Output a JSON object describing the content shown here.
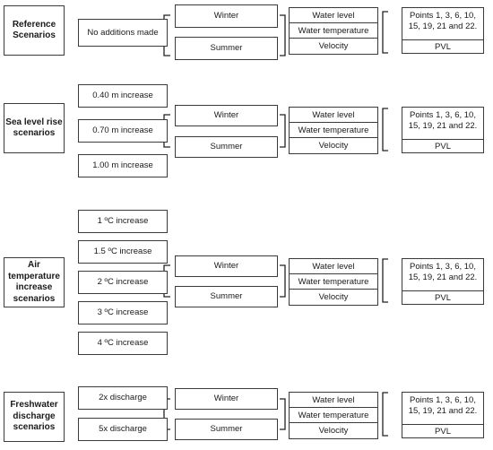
{
  "groups": [
    {
      "category": "Reference Scenarios",
      "scenarios": [
        "No additions made"
      ],
      "seasons": [
        "Winter",
        "Summer"
      ],
      "variables": [
        "Water level",
        "Water temperature",
        "Velocity"
      ],
      "points": "Points 1, 3, 6, 10, 15, 19, 21 and 22.",
      "pvl": "PVL"
    },
    {
      "category": "Sea level rise scenarios",
      "scenarios": [
        "0.40 m increase",
        "0.70 m increase",
        "1.00 m increase"
      ],
      "seasons": [
        "Winter",
        "Summer"
      ],
      "variables": [
        "Water level",
        "Water temperature",
        "Velocity"
      ],
      "points": "Points 1, 3, 6, 10, 15, 19, 21 and 22.",
      "pvl": "PVL"
    },
    {
      "category": "Air temperature increase scenarios",
      "scenarios": [
        "1 ºC increase",
        "1.5 ºC increase",
        "2 ºC increase",
        "3 ºC increase",
        "4 ºC increase"
      ],
      "seasons": [
        "Winter",
        "Summer"
      ],
      "variables": [
        "Water level",
        "Water temperature",
        "Velocity"
      ],
      "points": "Points 1, 3, 6, 10, 15, 19, 21 and 22.",
      "pvl": "PVL"
    },
    {
      "category": "Freshwater discharge scenarios",
      "scenarios": [
        "2x discharge",
        "5x discharge"
      ],
      "seasons": [
        "Winter",
        "Summer"
      ],
      "variables": [
        "Water level",
        "Water temperature",
        "Velocity"
      ],
      "points": "Points 1, 3, 6, 10, 15, 19, 21 and 22.",
      "pvl": "PVL"
    }
  ]
}
